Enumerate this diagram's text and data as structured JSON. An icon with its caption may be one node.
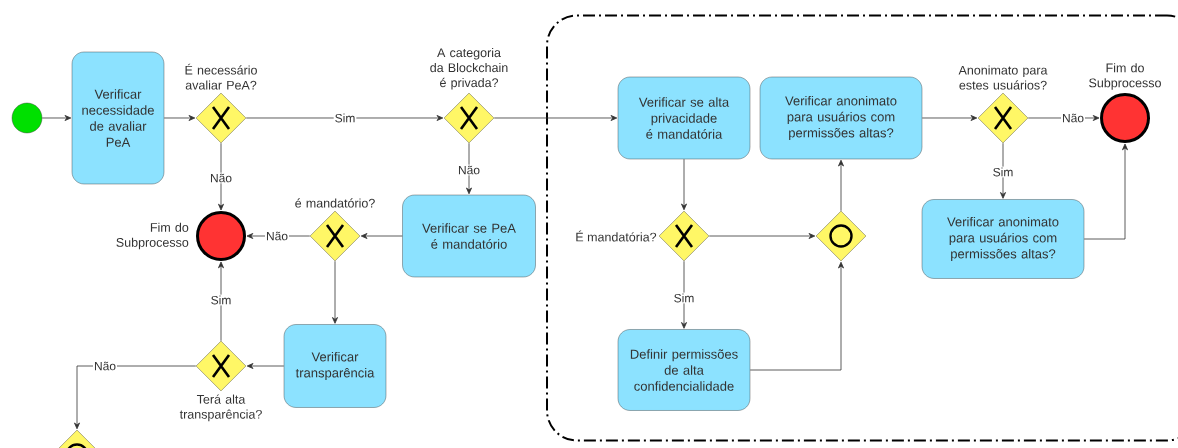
{
  "diagram": {
    "nodes": [
      {
        "text": [],
        "shape": "circle"
      },
      {
        "text": [
          "Verificar necessidade de avaliar PeA"
        ]
      },
      {
        "text": [
          "É necessário avaliar PeA?"
        ]
      },
      {
        "text": [
          "A categoria da Blockchain é privada?"
        ]
      },
      {
        "text": [
          "Fim do Subprocesso"
        ]
      },
      {
        "text": [
          "é mandatório?"
        ]
      },
      {
        "text": [
          "Verificar se PeA é mandatório"
        ]
      },
      {
        "text": [
          "Verificar transparência"
        ]
      },
      {
        "text": [
          "Terá alta transparência?"
        ]
      },
      {
        "text": [],
        "shape": "diamond"
      },
      {
        "text": [],
        "shape": "box"
      },
      {
        "text": [
          "Verificar se alta privacidade é mandatória"
        ],
        "in": 10
      },
      {
        "text": [
          "Verificar anonimato para usuários com permissões altas?"
        ],
        "in": 10
      },
      {
        "text": [
          "Anonimato para estes usuários?"
        ],
        "in": 10
      },
      {
        "text": [
          "Fim do Subprocesso"
        ],
        "in": 10
      },
      {
        "text": [
          "É mandatória?"
        ],
        "in": 10
      },
      {
        "text": [],
        "shape": "diamond",
        "in": 10
      },
      {
        "text": [
          "Definir permissões de alta confidencialidade"
        ],
        "in": 10
      },
      {
        "text": [
          "Verificar anonimato para usuários com permissões altas?"
        ],
        "in": 10
      }
    ],
    "edges": [
      {
        "from": 0,
        "to": 1,
        "arrow": "to"
      },
      {
        "from": 1,
        "to": 2,
        "arrow": "to"
      },
      {
        "from": 2,
        "to": 3,
        "arrow": "to",
        "label": "Sim"
      },
      {
        "from": 2,
        "to": 4,
        "arrow": "to",
        "label": "Não"
      },
      {
        "from": 3,
        "to": 6,
        "arrow": "to",
        "label": "Não"
      },
      {
        "from": 6,
        "to": 5,
        "arrow": "to"
      },
      {
        "from": 5,
        "to": 4,
        "arrow": "to",
        "label": "Não"
      },
      {
        "from": 5,
        "to": 7,
        "arrow": "to"
      },
      {
        "from": 7,
        "to": 8,
        "arrow": "to"
      },
      {
        "from": 8,
        "to": 4,
        "arrow": "to",
        "label": "Sim"
      },
      {
        "from": 8,
        "to": 9,
        "arrow": "to",
        "label": "Não"
      },
      {
        "from": 3,
        "to": 11,
        "arrow": "to"
      },
      {
        "from": 11,
        "to": 15,
        "arrow": "to"
      },
      {
        "from": 15,
        "to": 16,
        "arrow": "to"
      },
      {
        "from": 15,
        "to": 17,
        "arrow": "to",
        "label": "Sim"
      },
      {
        "from": 17,
        "to": 16,
        "arrow": "to"
      },
      {
        "from": 16,
        "to": 12,
        "arrow": "to"
      },
      {
        "from": 12,
        "to": 13,
        "arrow": "to"
      },
      {
        "from": 13,
        "to": 14,
        "arrow": "to",
        "label": "Não"
      },
      {
        "from": 13,
        "to": 18,
        "arrow": "to",
        "label": "Sim"
      },
      {
        "from": 18,
        "to": 14,
        "arrow": "to"
      }
    ]
  }
}
